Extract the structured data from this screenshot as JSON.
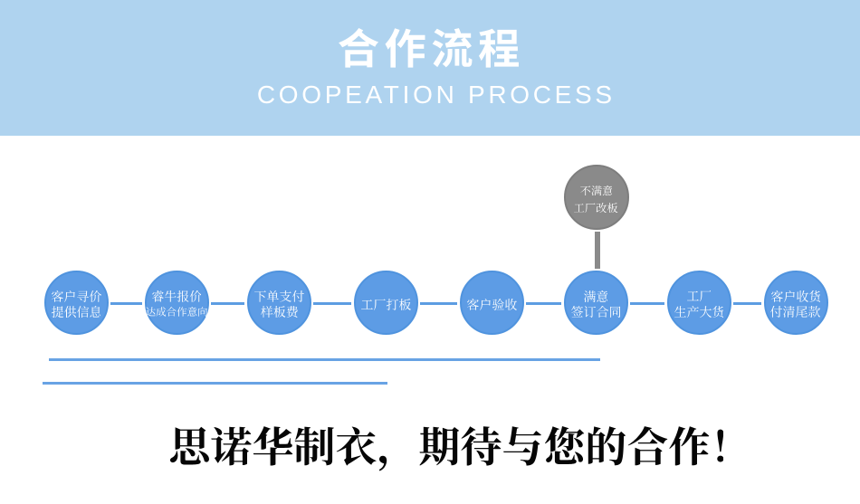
{
  "banner": {
    "title": "合作流程",
    "subtitle": "COOPEATION PROCESS",
    "background_color": "#afd3ef",
    "text_color": "#ffffff"
  },
  "flow": {
    "steps": [
      {
        "label": "客户寻价 提供信息",
        "line1": "客户寻价",
        "line2": "提供信息"
      },
      {
        "label": "睿牛报价 达成合作意向",
        "line1": "睿牛报价",
        "line2": "达成合作意向"
      },
      {
        "label": "下单支付 样板费",
        "line1": "下单支付",
        "line2": "样板费"
      },
      {
        "label": "工厂打板",
        "line1": "工厂打板",
        "line2": ""
      },
      {
        "label": "客户验收",
        "line1": "客户验收",
        "line2": ""
      },
      {
        "label": "满意 签订合同",
        "line1": "满意",
        "line2": "签订合同"
      },
      {
        "label": "工厂 生产大货",
        "line1": "工厂",
        "line2": "生产大货"
      },
      {
        "label": "客户收货 付清尾款",
        "line1": "客户收货",
        "line2": "付清尾款"
      }
    ],
    "alt_step": {
      "label": "不满意 工厂改板",
      "line1": "不满意",
      "line2": "工厂改板"
    },
    "node_color": "#5d9ce5",
    "alt_node_color": "#8a8a8a",
    "connector_color": "#5d9de2"
  },
  "footer": {
    "headline": "思诺华制衣，期待与您的合作！",
    "underline_color": "#68a3e4",
    "text_color": "#000000"
  }
}
